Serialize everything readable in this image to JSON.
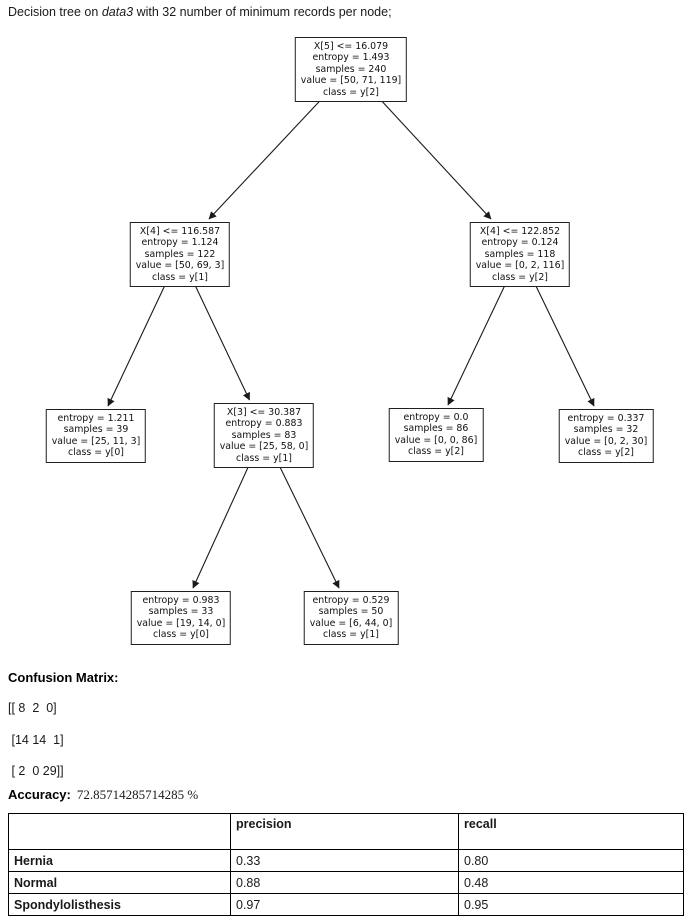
{
  "title": {
    "prefix": "Decision tree on ",
    "emphasis": "data3",
    "suffix": " with 32 number of minimum records per node;"
  },
  "tree": {
    "nodes": [
      {
        "id": "root",
        "lines": [
          "X[5] <= 16.079",
          "entropy = 1.493",
          "samples = 240",
          "value = [50, 71, 119]",
          "class = y[2]"
        ]
      },
      {
        "id": "depth1-left",
        "lines": [
          "X[4] <= 116.587",
          "entropy = 1.124",
          "samples = 122",
          "value = [50, 69, 3]",
          "class = y[1]"
        ]
      },
      {
        "id": "depth1-right",
        "lines": [
          "X[4] <= 122.852",
          "entropy = 0.124",
          "samples = 118",
          "value = [0, 2, 116]",
          "class = y[2]"
        ]
      },
      {
        "id": "depth2-leaf1",
        "lines": [
          "entropy = 1.211",
          "samples = 39",
          "value = [25, 11, 3]",
          "class = y[0]"
        ]
      },
      {
        "id": "depth2-split",
        "lines": [
          "X[3] <= 30.387",
          "entropy = 0.883",
          "samples = 83",
          "value = [25, 58, 0]",
          "class = y[1]"
        ]
      },
      {
        "id": "depth2-leaf3",
        "lines": [
          "entropy = 0.0",
          "samples = 86",
          "value = [0, 0, 86]",
          "class = y[2]"
        ]
      },
      {
        "id": "depth2-leaf4",
        "lines": [
          "entropy = 0.337",
          "samples = 32",
          "value = [0, 2, 30]",
          "class = y[2]"
        ]
      },
      {
        "id": "depth3-leaf1",
        "lines": [
          "entropy = 0.983",
          "samples = 33",
          "value = [19, 14, 0]",
          "class = y[0]"
        ]
      },
      {
        "id": "depth3-leaf2",
        "lines": [
          "entropy = 0.529",
          "samples = 50",
          "value = [6, 44, 0]",
          "class = y[1]"
        ]
      }
    ]
  },
  "confusion_matrix": {
    "heading": "Confusion Matrix:",
    "rows": [
      "[[ 8  2  0]",
      " [14 14  1]",
      " [ 2  0 29]]"
    ]
  },
  "accuracy": {
    "label": "Accuracy:",
    "value": "72.85714285714285 %"
  },
  "metrics_table": {
    "headers": {
      "col1": "",
      "col2": "precision",
      "col3": "recall"
    },
    "rows": [
      {
        "label": "Hernia",
        "precision": "0.33",
        "recall": "0.80"
      },
      {
        "label": "Normal",
        "precision": "0.88",
        "recall": "0.48"
      },
      {
        "label": "Spondylolisthesis",
        "precision": "0.97",
        "recall": "0.95"
      }
    ]
  },
  "colors": {
    "text": "#1a1a1a",
    "node_border": "#1f1f1f",
    "background": "#ffffff"
  }
}
